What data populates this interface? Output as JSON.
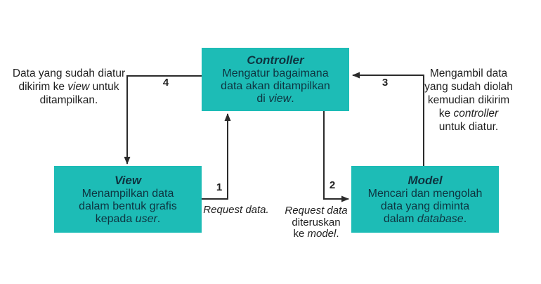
{
  "colors": {
    "box_fill": "#1dbcb6",
    "box_text": "#0e3440",
    "text": "#1f1f1f",
    "arrow": "#2b2b2b",
    "background": "#ffffff"
  },
  "nodes": {
    "controller": {
      "title": "Controller",
      "body": [
        [
          {
            "t": "Mengatur bagaimana"
          }
        ],
        [
          {
            "t": "data akan ditampilkan"
          }
        ],
        [
          {
            "t": "di "
          },
          {
            "t": "view",
            "em": true
          },
          {
            "t": "."
          }
        ]
      ]
    },
    "view": {
      "title": "View",
      "body": [
        [
          {
            "t": "Menampilkan data"
          }
        ],
        [
          {
            "t": "dalam bentuk grafis"
          }
        ],
        [
          {
            "t": "kepada "
          },
          {
            "t": "user",
            "em": true
          },
          {
            "t": "."
          }
        ]
      ]
    },
    "model": {
      "title": "Model",
      "body": [
        [
          {
            "t": "Mencari dan mengolah"
          }
        ],
        [
          {
            "t": "data yang diminta"
          }
        ],
        [
          {
            "t": "dalam "
          },
          {
            "t": "database",
            "em": true
          },
          {
            "t": "."
          }
        ]
      ]
    }
  },
  "annotations": {
    "left": [
      [
        {
          "t": "Data yang sudah diatur"
        }
      ],
      [
        {
          "t": "dikirim ke "
        },
        {
          "t": "view",
          "em": true
        },
        {
          "t": " untuk"
        }
      ],
      [
        {
          "t": "ditampilkan."
        }
      ]
    ],
    "right": [
      [
        {
          "t": "Mengambil data"
        }
      ],
      [
        {
          "t": "yang sudah diolah"
        }
      ],
      [
        {
          "t": "kemudian dikirim"
        }
      ],
      [
        {
          "t": "ke "
        },
        {
          "t": "controller",
          "em": true
        }
      ],
      [
        {
          "t": "untuk diatur."
        }
      ]
    ],
    "request_data": [
      [
        {
          "t": "Request data.",
          "em": true
        }
      ]
    ],
    "request_forward": [
      [
        {
          "t": "Request data",
          "em": true
        }
      ],
      [
        {
          "t": "diteruskan"
        }
      ],
      [
        {
          "t": "ke "
        },
        {
          "t": "model",
          "em": true
        },
        {
          "t": "."
        }
      ]
    ]
  },
  "arrows": {
    "a1": {
      "number": "1"
    },
    "a2": {
      "number": "2"
    },
    "a3": {
      "number": "3"
    },
    "a4": {
      "number": "4"
    }
  }
}
